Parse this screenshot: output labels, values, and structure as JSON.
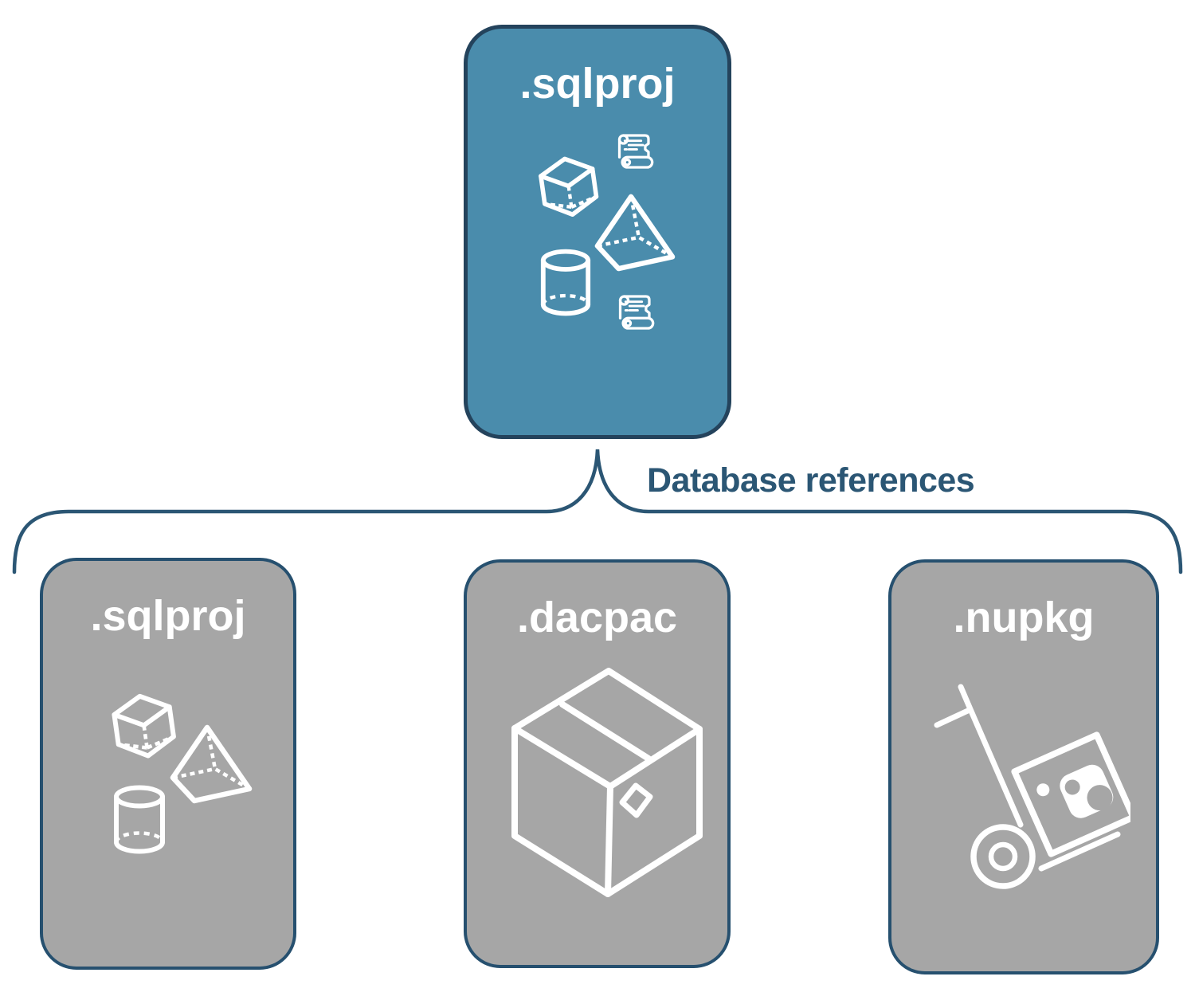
{
  "diagram": {
    "background_color": "#ffffff",
    "connector": {
      "label": "Database references",
      "color": "#2b5674"
    },
    "root": {
      "label": ".sqlproj",
      "fill_color": "#4a8cac",
      "border_color": "#24435c",
      "text_color": "#ffffff",
      "icons": [
        "cube-icon",
        "scroll-icon",
        "pyramid-icon",
        "cylinder-icon",
        "scroll-icon"
      ]
    },
    "children": [
      {
        "label": ".sqlproj",
        "fill_color": "#a6a6a6",
        "border_color": "#26506f",
        "text_color": "#ffffff",
        "icons": [
          "cube-icon",
          "pyramid-icon",
          "cylinder-icon"
        ]
      },
      {
        "label": ".dacpac",
        "fill_color": "#a6a6a6",
        "border_color": "#26506f",
        "text_color": "#ffffff",
        "icons": [
          "package-box-icon"
        ]
      },
      {
        "label": ".nupkg",
        "fill_color": "#a6a6a6",
        "border_color": "#26506f",
        "text_color": "#ffffff",
        "icons": [
          "hand-truck-package-icon"
        ]
      }
    ]
  }
}
